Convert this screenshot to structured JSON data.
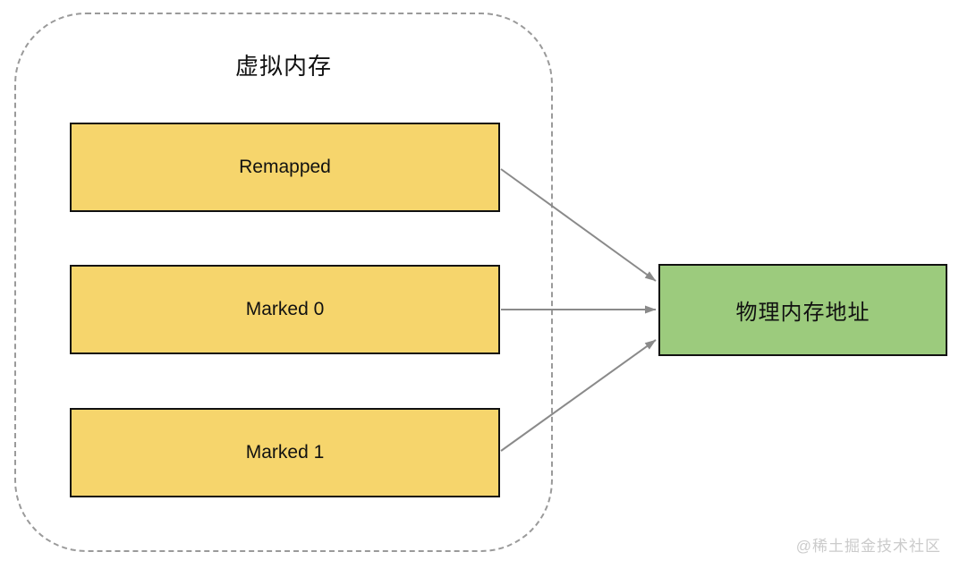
{
  "diagram": {
    "virtual_memory": {
      "title": "虚拟内存",
      "blocks": [
        {
          "label": "Remapped"
        },
        {
          "label": "Marked 0"
        },
        {
          "label": "Marked 1"
        }
      ]
    },
    "physical_memory": {
      "label": "物理内存地址"
    },
    "arrows": [
      {
        "from": "Remapped",
        "to": "物理内存地址"
      },
      {
        "from": "Marked 0",
        "to": "物理内存地址"
      },
      {
        "from": "Marked 1",
        "to": "物理内存地址"
      }
    ],
    "watermark": "@稀土掘金技术社区"
  },
  "colors": {
    "block-fill": "#F6D56C",
    "block-border": "#111111",
    "target-fill": "#9CCB7D",
    "target-border": "#111111",
    "arrow": "#8A8A8A",
    "container-border": "#9A9A9A",
    "watermark": "#CBCBCB",
    "text": "#111111"
  }
}
